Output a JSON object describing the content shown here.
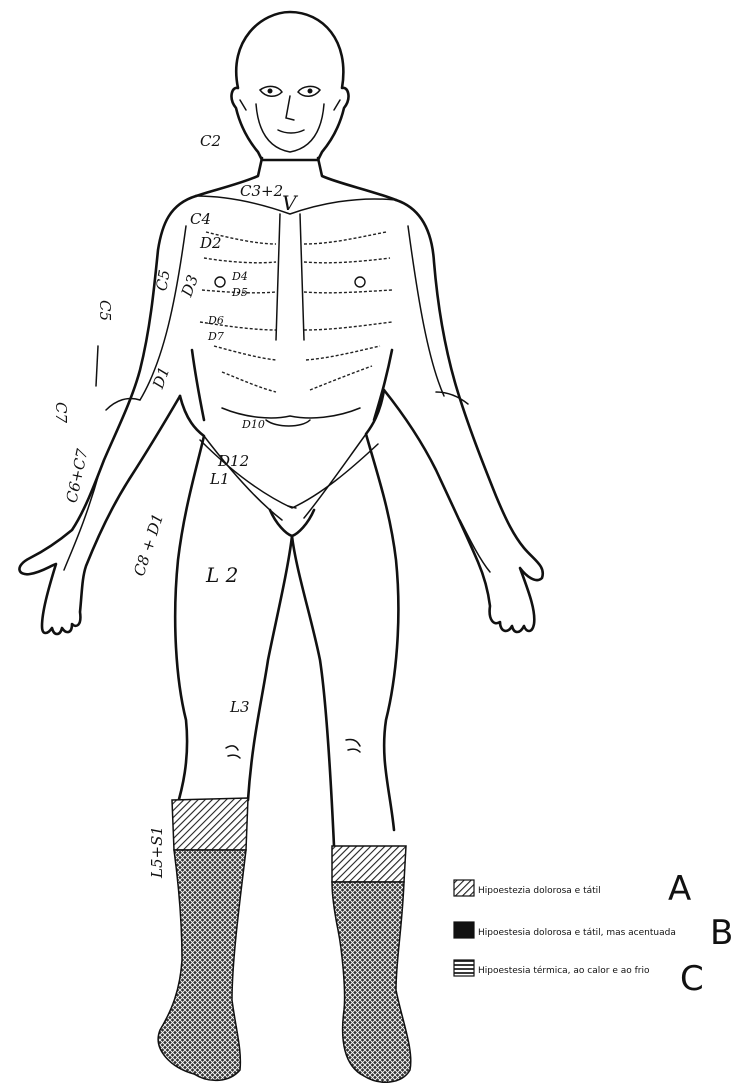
{
  "colors": {
    "ink": "#111111",
    "paper": "#ffffff",
    "hatch_A": "#6b6b6b",
    "solid_B": "#111111",
    "hatch_C": "#555555"
  },
  "dermatome_labels": {
    "c2": "C2",
    "c3c2": "C3+2",
    "v": "V",
    "c4": "C4",
    "d2": "D2",
    "d3": "D3",
    "d4": "D4",
    "d5": "D5",
    "d6": "D6",
    "d7": "D7",
    "d10": "D10",
    "d12": "D12",
    "l1": "L1",
    "l2": "L 2",
    "l3": "L3",
    "c5_arm": "C5",
    "d1_arm": "D1",
    "c6c7": "C6+C7",
    "c8d1": "C8 + D1",
    "side_c5": "C5",
    "side_c7": "C7",
    "l5s1": "L5+S1"
  },
  "legend": {
    "items": [
      {
        "text": "Hipoestezia dolorosa e tátil",
        "letter": "A",
        "pattern": "diagonal-hatch"
      },
      {
        "text": "Hipoestesia dolorosa e tátil, mas acentuada",
        "letter": "B",
        "pattern": "solid"
      },
      {
        "text": "Hipoestesia térmica, ao calor e ao frio",
        "letter": "C",
        "pattern": "horizontal-hatch"
      }
    ]
  }
}
